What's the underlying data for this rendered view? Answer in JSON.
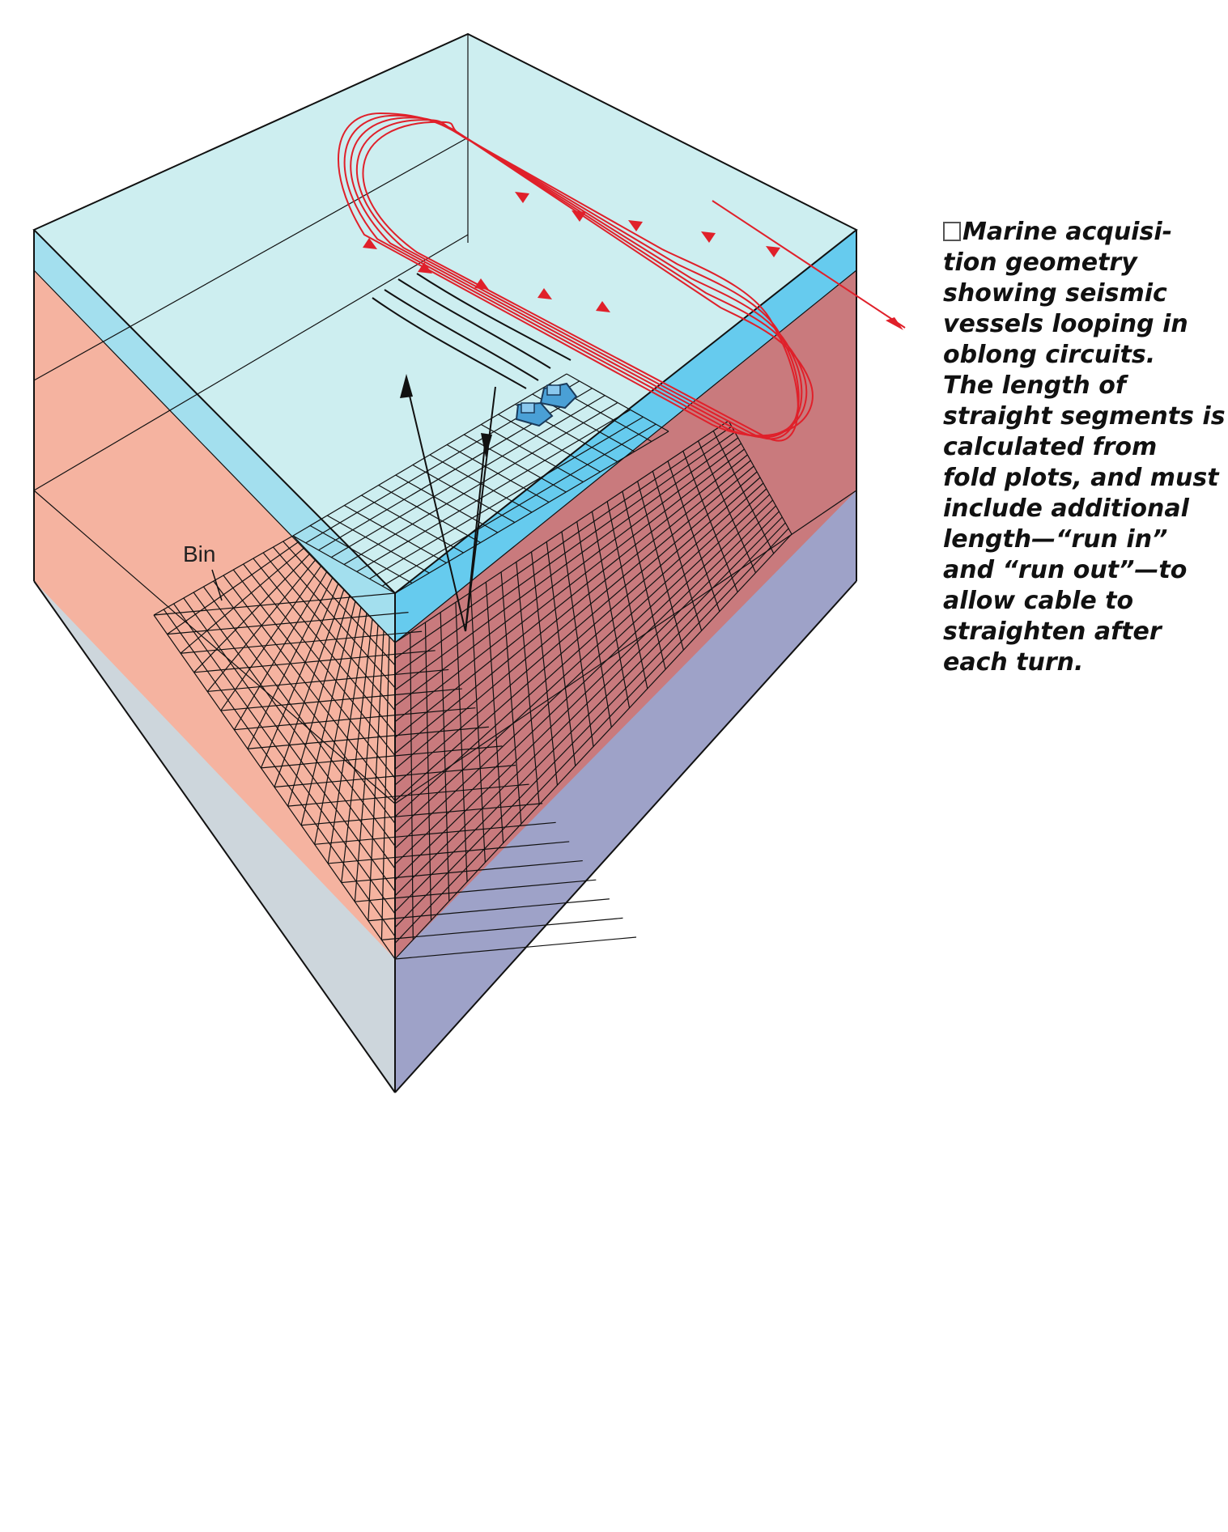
{
  "diagram": {
    "bin_label": "Bin"
  },
  "caption": {
    "lines": [
      "Marine acquisi-",
      "tion geometry",
      "showing seismic",
      "vessels looping in",
      "oblong circuits.",
      "The length of",
      "straight segments is",
      "calculated from",
      "fold plots, and must",
      "include additional",
      "length—“run in”",
      "and “run out”—to",
      "allow cable to",
      "straighten after",
      "each turn."
    ]
  },
  "colors": {
    "water": "#cdeef0",
    "water_band": "#66cbee",
    "left_sediment": "#f5b3a0",
    "right_sediment": "#c97a7d",
    "left_lower": "#cdd6dc",
    "right_lower": "#9ea2c8",
    "track": "#e0202a",
    "vessel": "#4aa0d6"
  }
}
